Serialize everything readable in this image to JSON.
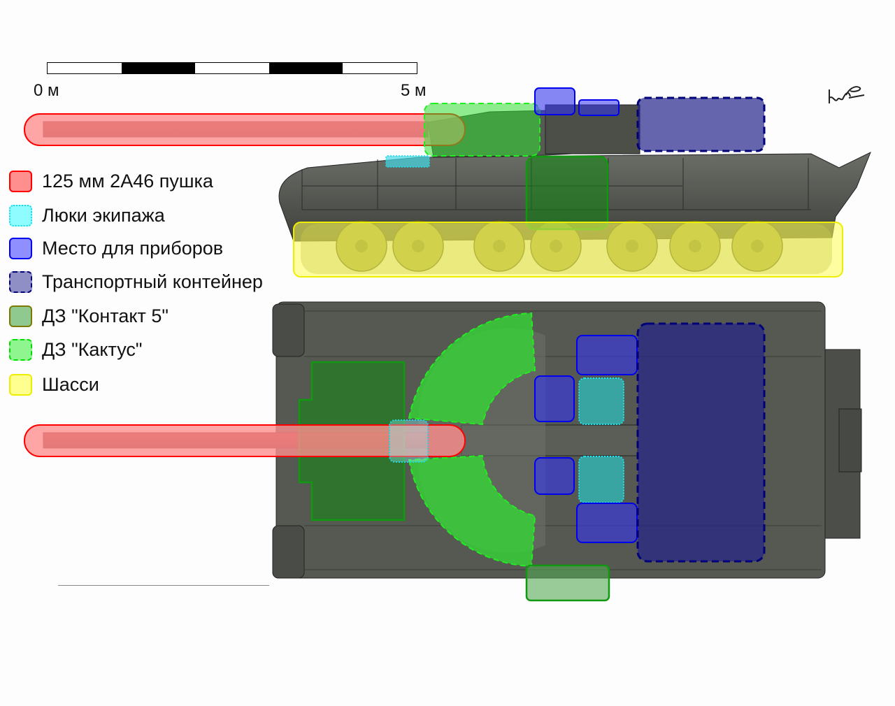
{
  "scale": {
    "segments": [
      "#ffffff",
      "#000000",
      "#ffffff",
      "#000000",
      "#ffffff"
    ],
    "start_label": "0 м",
    "end_label": "5 м"
  },
  "legend": [
    {
      "label": "125 мм 2А46 пушка",
      "fill": "#ff8f8f",
      "stroke": "#ff0000",
      "dash": "solid"
    },
    {
      "label": "Люки экипажа",
      "fill": "#8ffcff",
      "stroke": "#1ad7e6",
      "dash": "dotted"
    },
    {
      "label": "Место для приборов",
      "fill": "#8f8fff",
      "stroke": "#0000ee",
      "dash": "solid"
    },
    {
      "label": "Транспортный контейнер",
      "fill": "#8f8fc6",
      "stroke": "#00007a",
      "dash": "dashed"
    },
    {
      "label": "ДЗ \"Контакт 5\"",
      "fill": "#8fc98f",
      "stroke": "#7a7a00",
      "dash": "solid"
    },
    {
      "label": "ДЗ \"Кактус\"",
      "fill": "#8ff58f",
      "stroke": "#00dd00",
      "dash": "dashed"
    },
    {
      "label": "Шасси",
      "fill": "#ffff8f",
      "stroke": "#eeee00",
      "dash": "solid"
    }
  ],
  "colors": {
    "hull": "#4f534d",
    "hull_light": "#6a6e67",
    "hull_dark": "#333631",
    "gun_barrel": "#8e2a2a"
  }
}
